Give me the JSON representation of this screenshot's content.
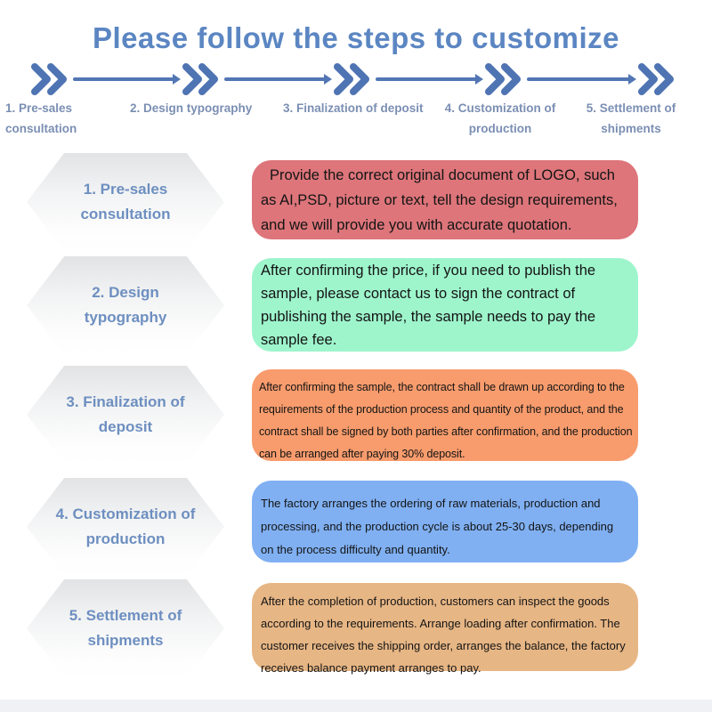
{
  "title": "Please follow the steps to customize",
  "colors": {
    "title": "#5b86c2",
    "timeline": "#5276b4",
    "timeline_label": "#7b8fb3",
    "hexagon_label": "#6d8fc0",
    "box_text": "#141414",
    "bottom_strip": "#eff1f4"
  },
  "timeline_steps": [
    {
      "label": "1. Pre-sales consultation"
    },
    {
      "label": "2. Design typography"
    },
    {
      "label": "3. Finalization of deposit"
    },
    {
      "label": "4. Customization of production"
    },
    {
      "label": "5. Settlement of shipments"
    }
  ],
  "rows": [
    {
      "step": "1. Pre-sales consultation",
      "description": "Provide the correct original document of LOGO, such as AI,PSD, picture or text, tell the design requirements, and we will provide you with accurate quotation.",
      "box_color": "#dd757a"
    },
    {
      "step": "2. Design typography",
      "description": "After confirming the price, if you need to publish the sample, please contact us to sign the contract of publishing the sample, the sample needs to pay the sample fee.",
      "box_color": "#9ef5cc"
    },
    {
      "step": "3. Finalization of deposit",
      "description": "After confirming the sample, the contract shall be drawn up according to the requirements of the production process and quantity of the product, and the contract shall be signed by both parties after confirmation, and the production can be arranged after paying 30% deposit.",
      "box_color": "#f89c6d"
    },
    {
      "step": "4. Customization of production",
      "description": "The factory arranges the ordering of raw materials, production and processing, and the production cycle is about 25-30 days, depending on the process difficulty and quantity.",
      "box_color": "#80b0f2"
    },
    {
      "step": "5. Settlement of shipments",
      "description": "After the completion of production, customers can inspect the goods according to the requirements. Arrange loading after confirmation. The customer receives the shipping order, arranges the balance, the factory receives balance payment arranges to pay.",
      "box_color": "#e7b685"
    }
  ]
}
